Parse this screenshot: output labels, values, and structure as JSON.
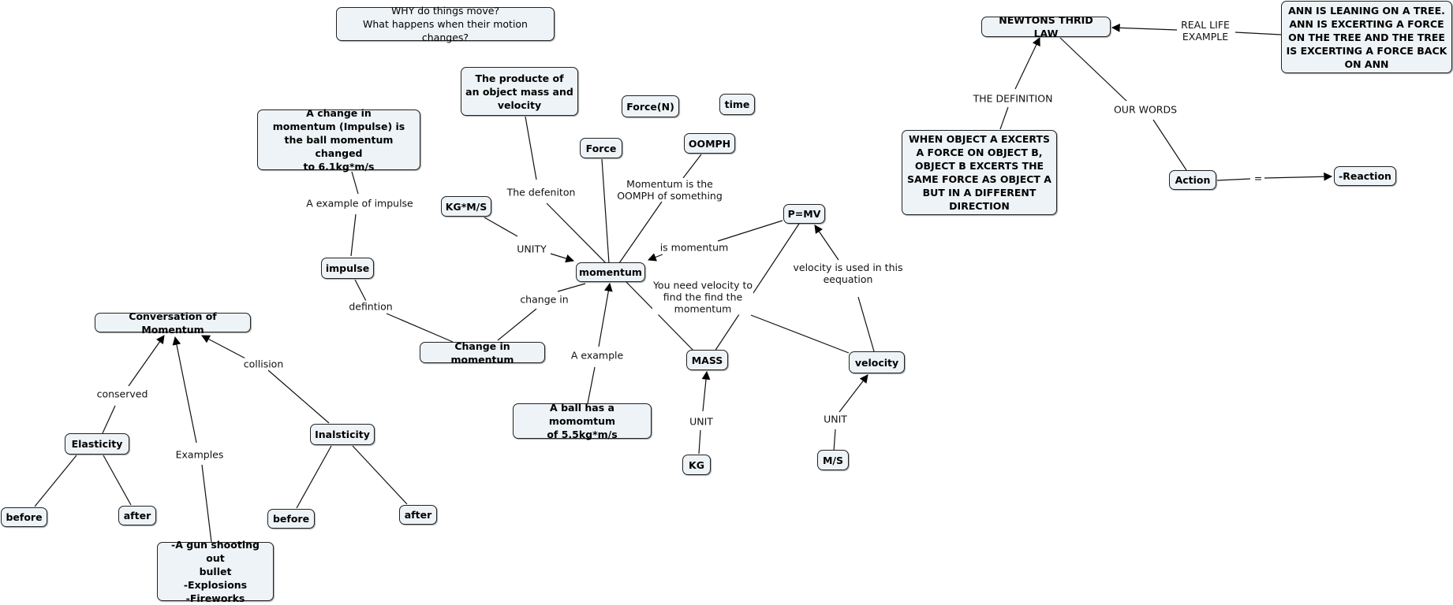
{
  "nodes": {
    "why": "WHY do things move?\nWhat happens when their motion changes?",
    "producte": "The producte of\nan object mass and\nvelocity",
    "force_n": "Force(N)",
    "time": "time",
    "impulse_change": "A change in\nmomentum (Impulse) is\nthe ball momentum changed\nto 6.1kg*m/s",
    "force": "Force",
    "oomph": "OOMPH",
    "kgms": "KG*M/S",
    "pmv": "P=MV",
    "impulse": "impulse",
    "momentum": "momentum",
    "conservation": "Conversation of Momentum",
    "change_momentum": "Change in momentum",
    "mass": "MASS",
    "velocity": "velocity",
    "ball": "A ball has a momomtum\nof 5.5kg*m/s",
    "elasticity": "Elasticity",
    "inelasticity": "Inalsticity",
    "before1": "before",
    "after1": "after",
    "before2": "before",
    "after2": "after",
    "gun": "-A gun shooting out\nbullet\n-Explosions\n-Fireworks",
    "kg": "KG",
    "ms": "M/S",
    "newton": "NEWTONS THRID LAW",
    "ann": "ANN IS LEANING ON A TREE.\nANN IS EXCERTING A FORCE\nON THE TREE AND THE TREE\nIS EXCERTING A FORCE BACK\nON ANN",
    "definition": "WHEN OBJECT A EXCERTS\nA FORCE ON OBJECT B,\nOBJECT B EXCERTS THE\nSAME FORCE AS OBJECT A\nBUT IN A DIFFERENT\nDIRECTION",
    "action": "Action",
    "reaction": "-Reaction"
  },
  "labels": {
    "defeniton": "The defeniton",
    "oomph_of": "Momentum is the\nOOMPH of something",
    "example_impulse": "A example of impulse",
    "unity": "UNITY",
    "is_momentum": "is momentum",
    "change_in": "change in",
    "defintion": "defintion",
    "need_velocity": "You need velocity to\nfind the find the\nmomentum",
    "velocity_used": "velocity is used in this\neequation",
    "a_example": "A example",
    "conserved": "conserved",
    "collision": "collision",
    "examples": "Examples",
    "unit_kg": "UNIT",
    "unit_ms": "UNIT",
    "real_life": "REAL LIFE\nEXAMPLE",
    "the_definition": "THE DEFINITION",
    "our_words": "OUR WORDS",
    "equals": "="
  }
}
